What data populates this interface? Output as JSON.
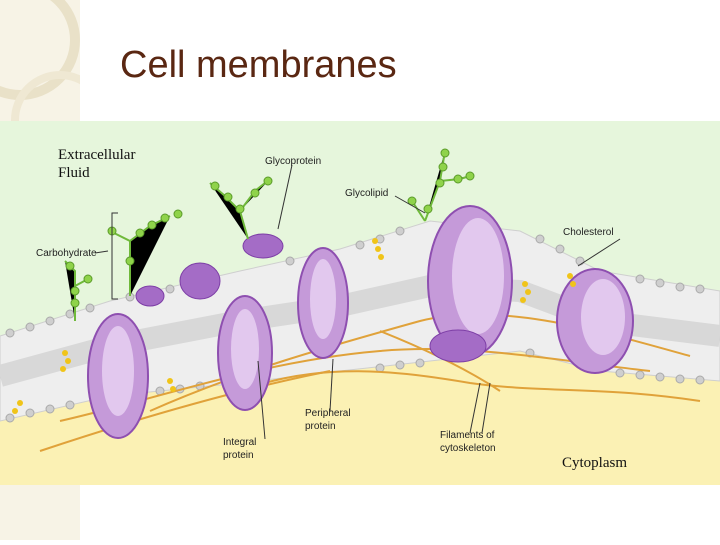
{
  "slide": {
    "title": "Cell membranes"
  },
  "figure": {
    "regions": {
      "extracellular": "Extracellular\nFluid",
      "cytoplasm": "Cytoplasm"
    },
    "labels": {
      "glycoprotein": "Glycoprotein",
      "glycolipid": "Glycolipid",
      "cholesterol": "Cholesterol",
      "carbohydrate": "Carbohydrate",
      "peripheral_protein": "Peripheral\nprotein",
      "integral_protein": "Integral\nprotein",
      "filaments": "Filaments of\ncytoskeleton"
    },
    "colors": {
      "extracellular_bg": "#e6f6dc",
      "cytoplasm_bg": "#fbf1b4",
      "protein": "#c59ad9",
      "protein_dark": "#8e4fb0",
      "carbohydrate": "#8fd34a",
      "cholesterol": "#f0c419",
      "filament": "#e0a23a",
      "phospholipid_head": "#c9c9c9"
    }
  }
}
